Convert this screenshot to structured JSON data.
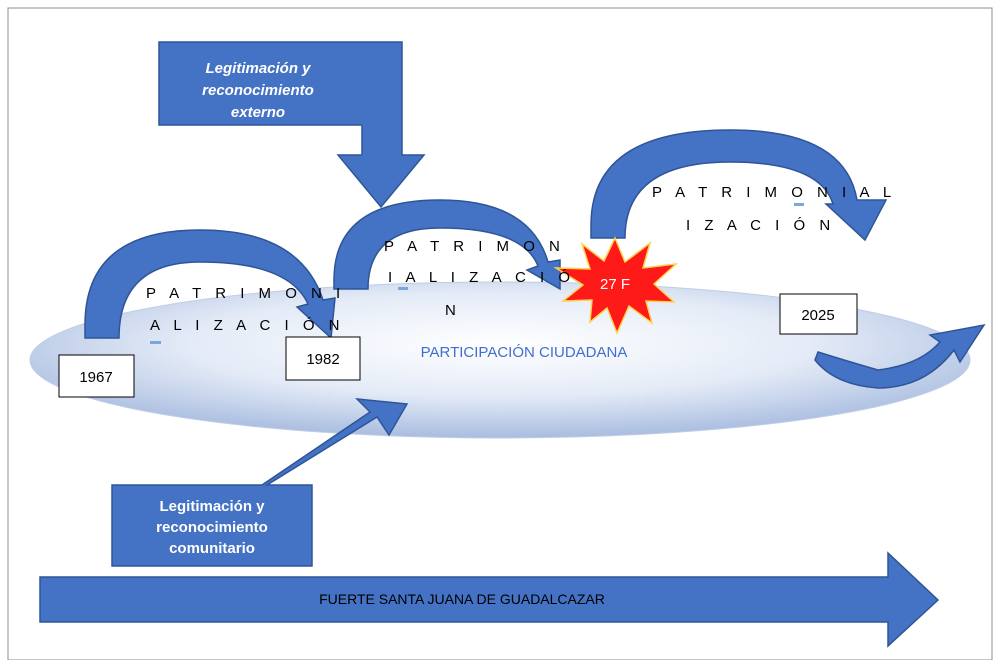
{
  "callouts": {
    "external": [
      "Legitimación y",
      "reconocimiento",
      "externo"
    ],
    "community": [
      "Legitimación y",
      "reconocimiento",
      "comunitario"
    ]
  },
  "arcs": {
    "first": [
      "P A T R I M O N I",
      "A L I Z A C I Ó N"
    ],
    "second": [
      "P A T R I M O N",
      "I A L I Z A C I Ó",
      "N"
    ],
    "third": [
      "P A T R I M O N I A L",
      "I Z A C I Ó N"
    ]
  },
  "years": [
    "1967",
    "1982",
    "2025"
  ],
  "event": "27 F",
  "ellipse_label": "PARTICIPACIÓN CIUDADANA",
  "bottom_arrow_label": "FUERTE SANTA JUANA DE GUADALCAZAR",
  "colors": {
    "arrow_fill": "#4472c4",
    "arrow_stroke": "#2f5597",
    "ellipse_light": "#e4ebf7",
    "ellipse_dark": "#a9bde0",
    "starburst": "#ff1a1a",
    "starburst_edge": "#ffd24d"
  }
}
